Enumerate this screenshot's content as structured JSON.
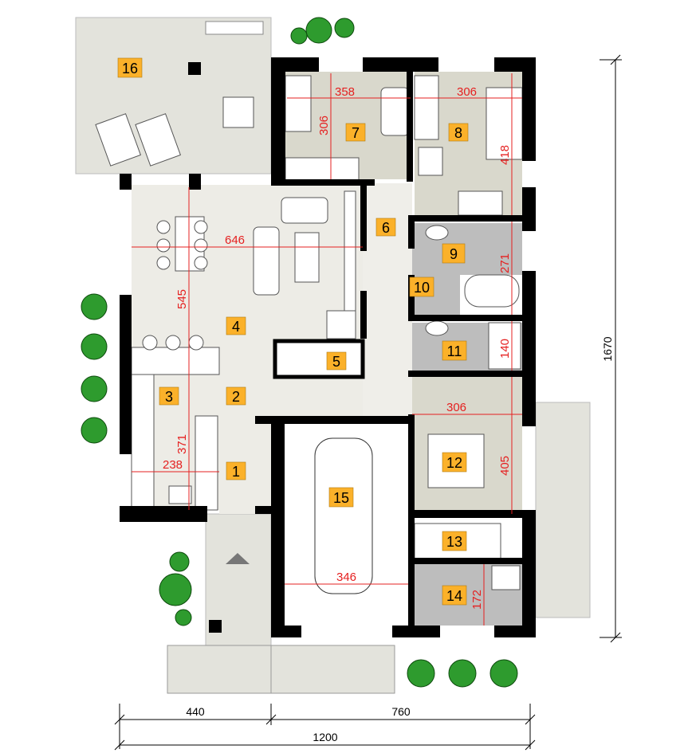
{
  "rooms": [
    {
      "number": "1"
    },
    {
      "number": "2"
    },
    {
      "number": "3"
    },
    {
      "number": "4"
    },
    {
      "number": "5"
    },
    {
      "number": "6"
    },
    {
      "number": "7"
    },
    {
      "number": "8"
    },
    {
      "number": "9"
    },
    {
      "number": "10"
    },
    {
      "number": "11"
    },
    {
      "number": "12"
    },
    {
      "number": "13"
    },
    {
      "number": "14"
    },
    {
      "number": "15"
    },
    {
      "number": "16"
    }
  ],
  "room_dimensions": {
    "room7_width": "358",
    "room7_depth": "306",
    "room8_width": "306",
    "room8_depth": "418",
    "living_width": "646",
    "living_depth": "545",
    "kitchen_depth": "371",
    "kitchen_width": "238",
    "room9_depth": "271",
    "room11_depth": "140",
    "room12_width": "306",
    "room12_depth": "405",
    "garage_width": "346",
    "room14_depth": "172"
  },
  "overall_dimensions": {
    "left_width": "440",
    "right_width": "760",
    "total_width": "1200",
    "total_depth": "1670"
  },
  "colors": {
    "label_fill": "#fbb12a",
    "dimension_red": "#e52020",
    "bedroom_floor": "#d9d8cc",
    "bath_floor": "#bdbdbd",
    "living_floor": "#edece6"
  }
}
